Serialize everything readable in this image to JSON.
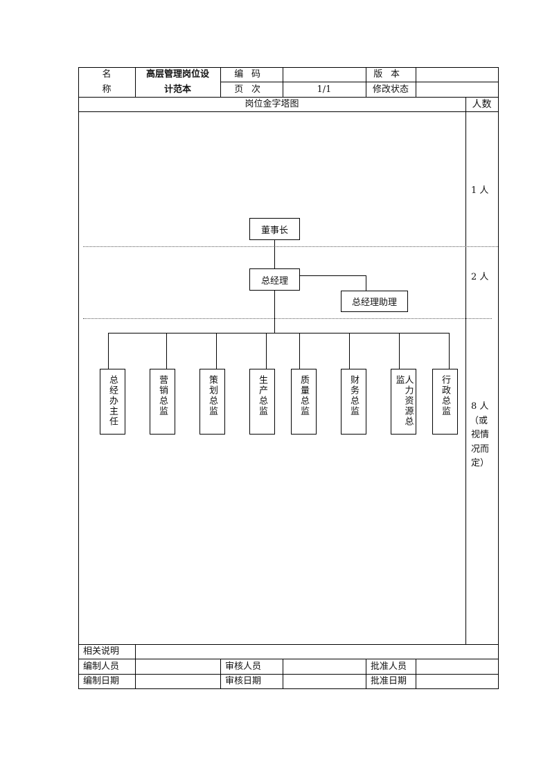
{
  "header": {
    "name_label_1": "名",
    "name_label_2": "称",
    "title_line_1": "高层管理岗位设",
    "title_line_2": "计范本",
    "code_label": "编码",
    "code_value": "",
    "version_label": "版本",
    "version_value": "",
    "page_label": "页次",
    "page_value": "1/1",
    "revision_label": "修改状态",
    "revision_value": ""
  },
  "pyramid": {
    "title": "岗位金字塔图",
    "count_header": "人数",
    "levels": [
      {
        "count": "1 人"
      },
      {
        "count": "2 人"
      },
      {
        "count_lines": [
          "8 人",
          "（或",
          "视情",
          "况而",
          "定）"
        ]
      }
    ],
    "chairman": "董事长",
    "general_manager": "总经理",
    "gm_assistant": "总经理助理",
    "directors": [
      "总经办主任",
      "营销总监",
      "策划总监",
      "生产总监",
      "质量总监",
      "财务总监",
      "人力资源总监",
      "行政总监"
    ]
  },
  "footer": {
    "notes_label": "相关说明",
    "notes_value": "",
    "prepared_by_label": "编制人员",
    "prepared_by_value": "",
    "reviewed_by_label": "审核人员",
    "reviewed_by_value": "",
    "approved_by_label": "批准人员",
    "approved_by_value": "",
    "prepared_date_label": "编制日期",
    "prepared_date_value": "",
    "reviewed_date_label": "审核日期",
    "reviewed_date_value": "",
    "approved_date_label": "批准日期",
    "approved_date_value": ""
  }
}
